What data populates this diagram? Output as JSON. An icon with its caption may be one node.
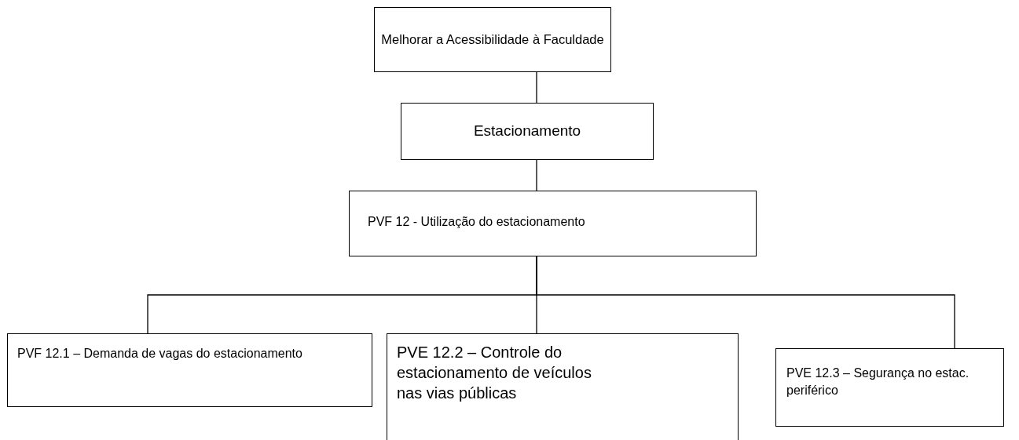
{
  "diagram": {
    "nodes": [
      {
        "text": [
          "Melhorar a Acessibilidade à Faculdade"
        ]
      },
      {
        "text": [
          "Estacionamento"
        ]
      },
      {
        "text": [
          "PVF 12 - Utilização do estacionamento"
        ]
      },
      {
        "text": [
          "PVF 12.1 – Demanda de vagas do estacionamento"
        ]
      },
      {
        "text": [
          "PVE 12.2 – Controle do estacionamento de veículos nas vias públicas"
        ]
      },
      {
        "text": [
          "PVE 12.3 – Segurança no estac. periférico"
        ]
      }
    ],
    "edges": [
      {
        "from": 0,
        "to": 1,
        "arrow": "none"
      },
      {
        "from": 1,
        "to": 2,
        "arrow": "none"
      },
      {
        "from": 2,
        "to": 3,
        "arrow": "none"
      },
      {
        "from": 2,
        "to": 4,
        "arrow": "none"
      },
      {
        "from": 2,
        "to": 5,
        "arrow": "none"
      }
    ]
  }
}
